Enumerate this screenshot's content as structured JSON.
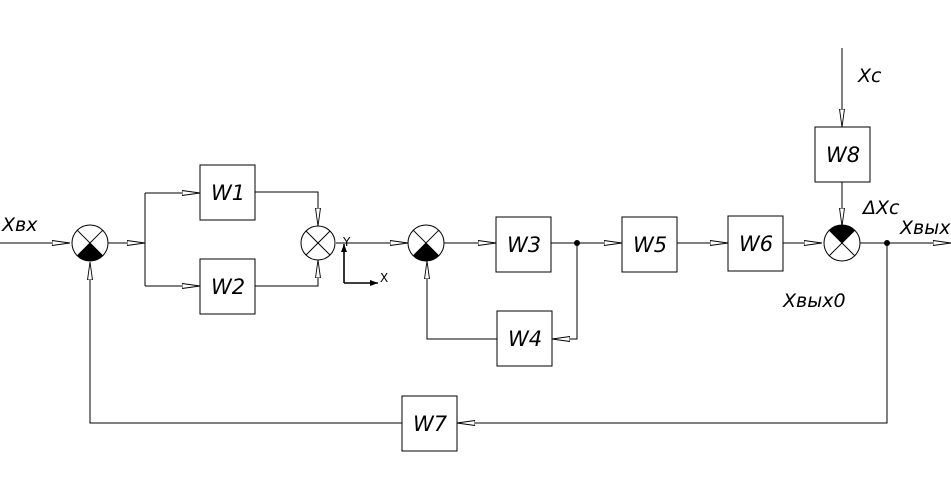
{
  "blocks": {
    "w1": "W1",
    "w2": "W2",
    "w3": "W3",
    "w4": "W4",
    "w5": "W5",
    "w6": "W6",
    "w7": "W7",
    "w8": "W8"
  },
  "signals": {
    "input": "Xвх",
    "output": "Xвых",
    "output_zero": "Xвых0",
    "disturbance": "Xс",
    "delta_disturbance": "ΔXс"
  },
  "axes": {
    "y": "Y",
    "x": "X"
  }
}
